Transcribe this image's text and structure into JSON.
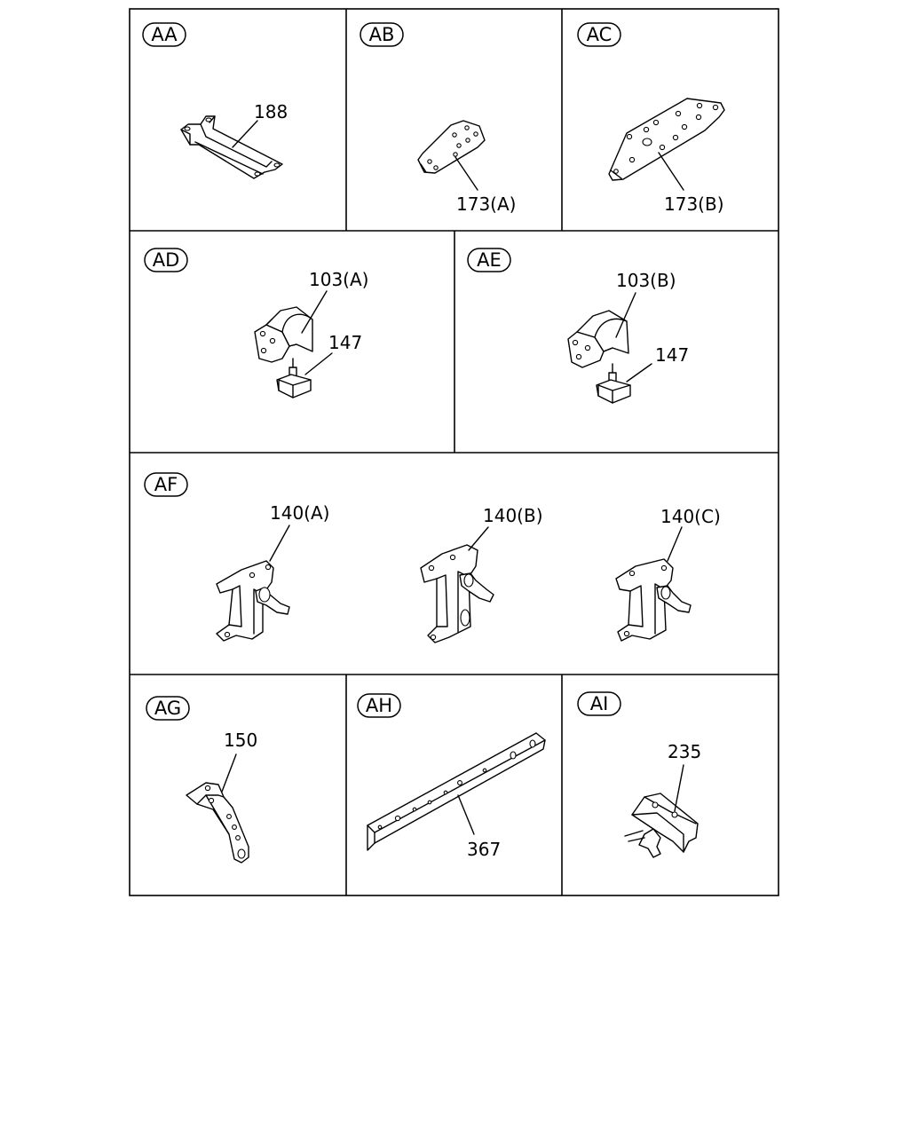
{
  "panels": [
    {
      "code": "AA",
      "parts": [
        "188"
      ]
    },
    {
      "code": "AB",
      "parts": [
        "173(A)"
      ]
    },
    {
      "code": "AC",
      "parts": [
        "173(B)"
      ]
    },
    {
      "code": "AD",
      "parts": [
        "103(A)",
        "147"
      ]
    },
    {
      "code": "AE",
      "parts": [
        "103(B)",
        "147"
      ]
    },
    {
      "code": "AF",
      "parts": [
        "140(A)",
        "140(B)",
        "140(C)"
      ]
    },
    {
      "code": "AG",
      "parts": [
        "150"
      ]
    },
    {
      "code": "AH",
      "parts": [
        "367"
      ]
    },
    {
      "code": "AI",
      "parts": [
        "235"
      ]
    }
  ]
}
